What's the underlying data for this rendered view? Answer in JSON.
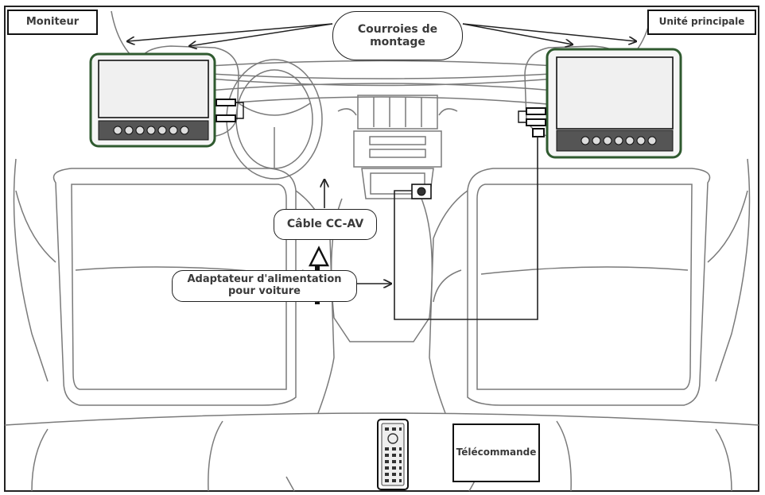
{
  "labels": {
    "moniteur": "Moniteur",
    "unite_principale": "Unité principale",
    "courroies_line1": "Courroies de",
    "courroies_line2": "montage",
    "cable": "Câble CC-AV",
    "adaptateur_line1": "Adaptateur d'alimentation",
    "adaptateur_line2": "pour voiture",
    "telecommande": "Télécommande"
  },
  "colors": {
    "line": "#555555",
    "ink": "#111111",
    "monitor_frame": "#2f5a2f",
    "text": "#3a3a3a"
  },
  "icons": [
    "headrest-monitor-icon",
    "main-unit-icon",
    "remote-control-icon",
    "car-adapter-icon",
    "av-cable-icon"
  ]
}
